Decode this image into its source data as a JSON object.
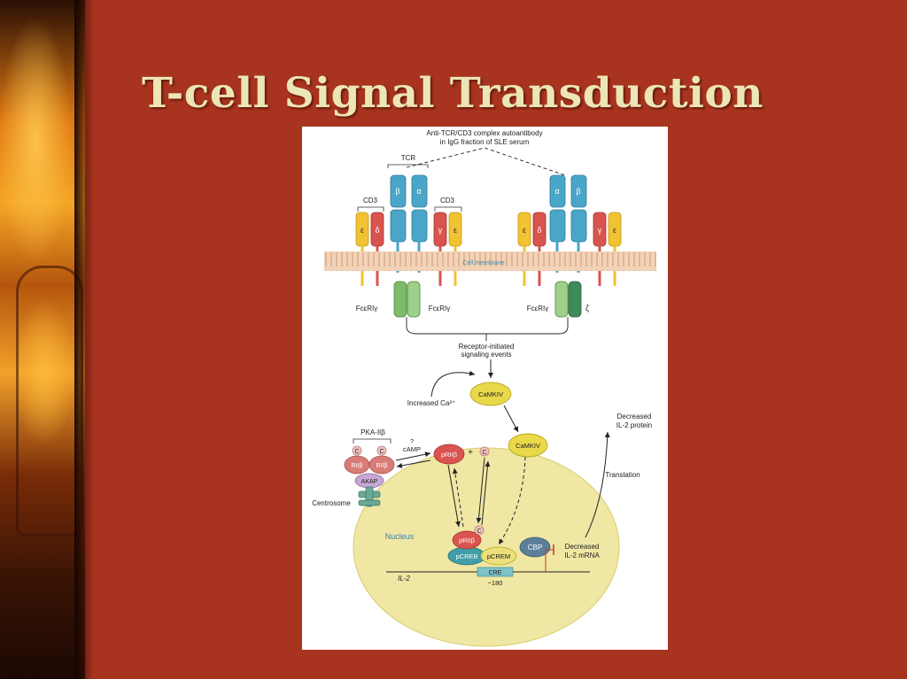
{
  "slide": {
    "title": "T-cell Signal Transduction"
  },
  "diagram": {
    "autoantibody_line1": "Anti-TCR/CD3 complex autoantibody",
    "autoantibody_line2": "in IgG fraction of SLE serum",
    "tcr": "TCR",
    "cd3_left": "CD3",
    "cd3_right": "CD3",
    "beta": "β",
    "alpha": "α",
    "epsilon": "ε",
    "delta": "δ",
    "gamma": "γ",
    "cell_membrane": "Cell membrane",
    "fceri_gamma": "FcεRIγ",
    "zeta": "ζ",
    "receptor_events_line1": "Receptor-initiated",
    "receptor_events_line2": "signaling events",
    "increased_ca": "Increased Ca²⁺",
    "camkiv": "CaMKIV",
    "pka": "PKA-IIβ",
    "c_label": "C",
    "riib": "RIIβ",
    "akap": "AKAP",
    "centrosome": "Centrosome",
    "camp_q": "?",
    "camp": "cAMP",
    "priib": "pRIIβ",
    "plus": "+",
    "decreased_protein_line1": "Decreased",
    "decreased_protein_line2": "IL-2 protein",
    "translation": "Translation",
    "nucleus": "Nucleus",
    "pcreb": "pCREB",
    "pcrem": "pCREM",
    "cbp": "CBP",
    "decreased_mrna_line1": "Decreased",
    "decreased_mrna_line2": "IL-2 mRNA",
    "il2": "IL-2",
    "cre": "CRE",
    "minus180": "−180"
  },
  "colors": {
    "background": "#a8331f",
    "title": "#ece6b6",
    "tcr_blue": "#4aa6c8",
    "cd3_yellow": "#f1c232",
    "cd3_red": "#d9534f",
    "fc_green": "#7dbb6a",
    "nucleus": "#efe7a3",
    "kinase_yellow": "#e9d84a"
  }
}
